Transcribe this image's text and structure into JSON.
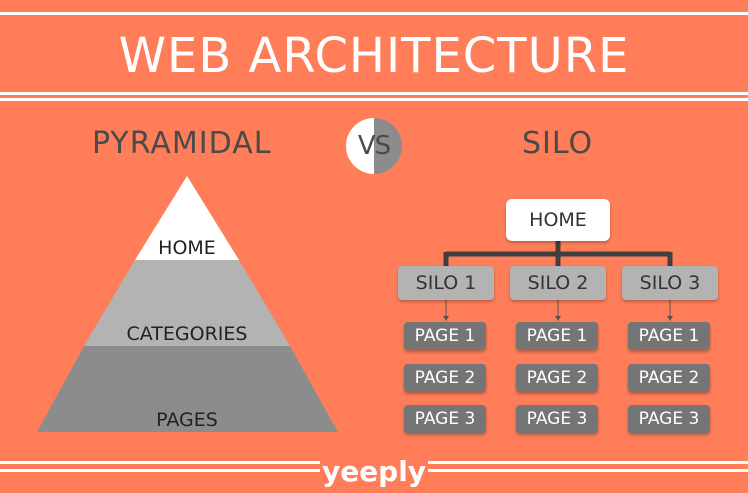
{
  "title": "WEB ARCHITECTURE",
  "pyramidal": {
    "label": "PYRAMIDAL",
    "levels": [
      "HOME",
      "CATEGORIES",
      "PAGES"
    ]
  },
  "vs": "VS",
  "silo": {
    "label": "SILO",
    "home": "HOME",
    "silos": [
      {
        "label": "SILO 1",
        "pages": [
          "PAGE 1",
          "PAGE 2",
          "PAGE 3"
        ]
      },
      {
        "label": "SILO 2",
        "pages": [
          "PAGE 1",
          "PAGE 2",
          "PAGE 3"
        ]
      },
      {
        "label": "SILO 3",
        "pages": [
          "PAGE 1",
          "PAGE 2",
          "PAGE 3"
        ]
      }
    ]
  },
  "logo": "yeeply",
  "colors": {
    "background": "#ff7e59",
    "pyramid_top": "#ffffff",
    "pyramid_middle": "#b3b3b3",
    "pyramid_bottom": "#8c8c8c",
    "connector": "#3f3f3f"
  }
}
